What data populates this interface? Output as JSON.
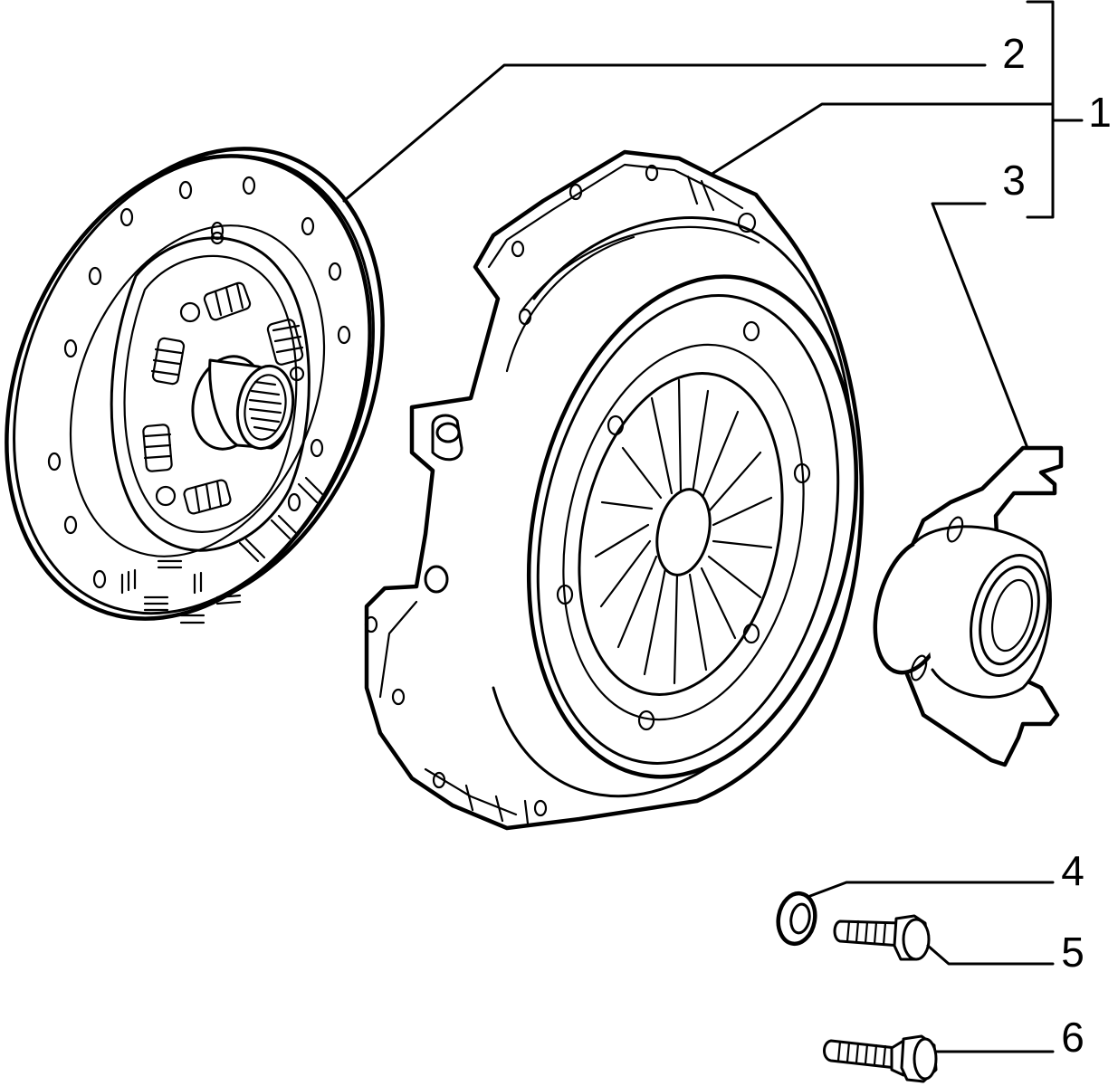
{
  "callouts": [
    {
      "id": "c1",
      "label": "1"
    },
    {
      "id": "c2",
      "label": "2"
    },
    {
      "id": "c3",
      "label": "3"
    },
    {
      "id": "c4",
      "label": "4"
    },
    {
      "id": "c5",
      "label": "5"
    },
    {
      "id": "c6",
      "label": "6"
    }
  ],
  "colors": {
    "ink": "#000000",
    "background": "#ffffff"
  }
}
